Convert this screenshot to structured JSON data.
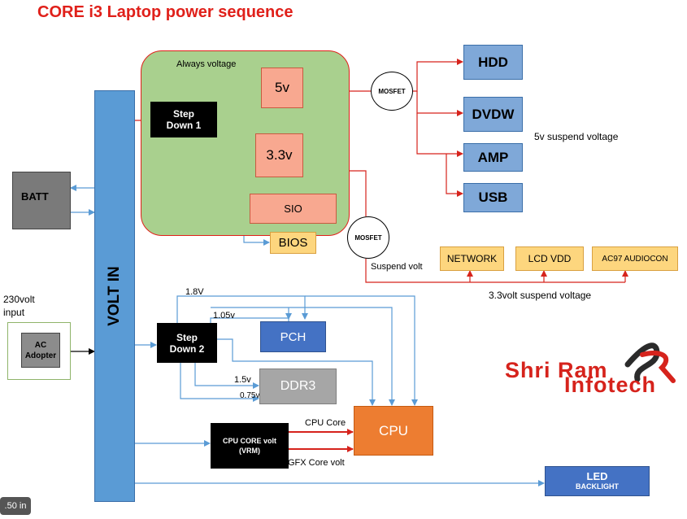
{
  "title": "CORE i3 Laptop power sequence",
  "labels": {
    "always_voltage": "Always voltage",
    "suspend_5v": "5v suspend voltage",
    "suspend_33v": "3.3volt suspend voltage",
    "suspend_volt": "Suspend volt",
    "input_230": "230volt\ninput",
    "v18": "1.8V",
    "v105": "1.05v",
    "v15": "1.5v",
    "v075": "0.75v",
    "cpu_core": "CPU Core",
    "gfx_core": "GFX Core volt"
  },
  "nodes": {
    "batt": "BATT",
    "ac_adapter": "AC\nAdopter",
    "volt_in": "VOLT IN",
    "step_down_1": "Step\nDown 1",
    "v5": "5v",
    "v33": "3.3v",
    "sio": "SIO",
    "bios": "BIOS",
    "mosfet_top": "MOSFET",
    "mosfet_mid": "MOSFET",
    "hdd": "HDD",
    "dvdw": "DVDW",
    "amp": "AMP",
    "usb": "USB",
    "network": "NETWORK",
    "lcd_vdd": "LCD VDD",
    "ac97": "AC97 AUDIOCON",
    "step_down_2": "Step\nDown 2",
    "pch": "PCH",
    "ddr3": "DDR3",
    "cpu": "CPU",
    "cpu_core_vrm": "CPU CORE volt\n(VRM)",
    "led": "LED",
    "backlight": "BACKLIGHT"
  },
  "logo": {
    "line1": "Shri Ram",
    "line2": "Infotech",
    "mark": "SR"
  },
  "zoom": ".50 in",
  "colors": {
    "title": "#e0201a",
    "wire_red": "#d6231c",
    "wire_blue": "#5a9bd5",
    "green_region": "#a9d08e",
    "salmon": "#f8a890",
    "blue_box": "#7fa8d8",
    "yellow": "#fdd67e",
    "pch": "#4472c4",
    "ddr3": "#a6a6a6",
    "cpu": "#ed7d31"
  }
}
